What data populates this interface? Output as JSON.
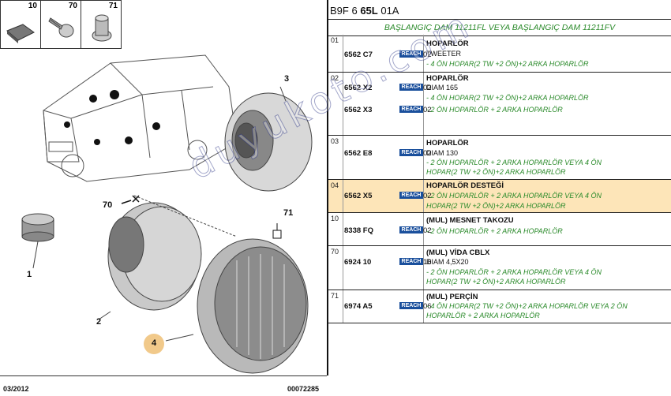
{
  "header": {
    "code_prefix": "B9F 6",
    "code_bold": "65L",
    "code_suffix": "01A"
  },
  "subtitle": "BAŞLANGIÇ DAM 11211FL VEYA BAŞLANGIÇ DAM 11211FV",
  "thumbs": [
    "10",
    "70",
    "71"
  ],
  "callouts": {
    "c1": "1",
    "c2": "2",
    "c3": "3",
    "c4": "4",
    "c70": "70",
    "c71": "71"
  },
  "footer": {
    "date": "03/2012",
    "code": "00072285"
  },
  "watermark": "duyukoto.com",
  "reach_label": "REACH",
  "rows": [
    {
      "idx": "01",
      "parts": [
        {
          "code": "6562 C7",
          "qty": "02"
        }
      ],
      "title": "HOPARLÖR",
      "lines": [
        "TWEETER"
      ],
      "notes": [
        "- 4 ÖN HOPAR(2 TW +2 ÖN)+2 ARKA HOPARLÖR"
      ]
    },
    {
      "idx": "02",
      "parts": [
        {
          "code": "6562 X2",
          "qty": "02"
        },
        {
          "code": "6562 X3",
          "qty": "02"
        }
      ],
      "title": "HOPARLÖR",
      "lines": [
        "DIAM 165"
      ],
      "notes": [
        "- 4 ÖN HOPAR(2 TW +2 ÖN)+2 ARKA HOPARLÖR",
        "- 2 ÖN HOPARLÖR + 2 ARKA HOPARLÖR"
      ]
    },
    {
      "idx": "03",
      "parts": [
        {
          "code": "6562 E8",
          "qty": "02"
        }
      ],
      "title": "HOPARLÖR",
      "lines": [
        "DIAM 130"
      ],
      "notes": [
        "- 2 ÖN HOPARLÖR + 2 ARKA HOPARLÖR VEYA 4 ÖN",
        "HOPAR(2 TW +2 ÖN)+2 ARKA HOPARLÖR"
      ]
    },
    {
      "idx": "04",
      "parts": [
        {
          "code": "6562 X5",
          "qty": "02"
        }
      ],
      "title": "HOPARLÖR DESTEĞİ",
      "lines": [],
      "notes": [
        "- 2 ÖN HOPARLÖR + 2 ARKA HOPARLÖR VEYA 4 ÖN",
        "HOPAR(2 TW +2 ÖN)+2 ARKA HOPARLÖR"
      ]
    },
    {
      "idx": "10",
      "parts": [
        {
          "code": "8338 FQ",
          "qty": "02"
        }
      ],
      "title": "(MUL) MESNET TAKOZU",
      "lines": [],
      "notes": [
        "- 2 ÖN HOPARLÖR + 2 ARKA HOPARLÖR"
      ]
    },
    {
      "idx": "70",
      "parts": [
        {
          "code": "6924 10",
          "qty": "16"
        }
      ],
      "title": "(MUL) VİDA CBLX",
      "lines": [
        "DIAM 4,5X20"
      ],
      "notes": [
        "- 2 ÖN HOPARLÖR + 2 ARKA HOPARLÖR VEYA 4 ÖN",
        "HOPAR(2 TW +2 ÖN)+2 ARKA HOPARLÖR"
      ]
    },
    {
      "idx": "71",
      "parts": [
        {
          "code": "6974 A5",
          "qty": "06"
        }
      ],
      "title": "(MUL) PERÇİN",
      "lines": [],
      "notes": [
        "- 4 ÖN HOPAR(2 TW +2 ÖN)+2 ARKA HOPARLÖR VEYA 2 ÖN",
        "HOPARLÖR + 2 ARKA HOPARLÖR"
      ]
    }
  ]
}
